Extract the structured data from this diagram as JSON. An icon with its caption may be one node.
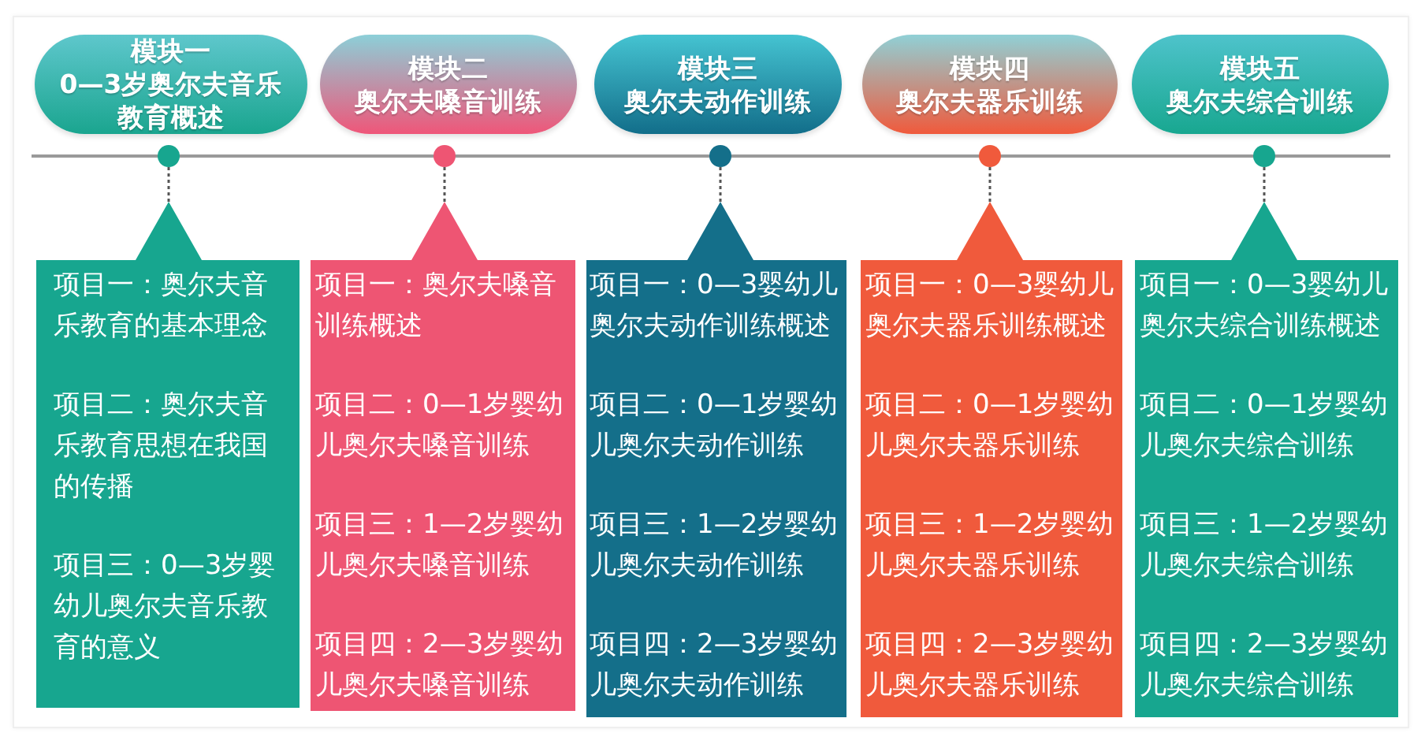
{
  "diagram": {
    "nodes": [
      {
        "text": [
          "模块一",
          "0—3岁奥尔夫音乐教育概述"
        ]
      },
      {
        "text": [
          "模块二",
          "奥尔夫嗓音训练"
        ]
      },
      {
        "text": [
          "模块三",
          "奥尔夫动作训练"
        ]
      },
      {
        "text": [
          "模块四",
          "奥尔夫器乐训练"
        ]
      },
      {
        "text": [
          "模块五",
          "奥尔夫综合训练"
        ]
      },
      {
        "text": [],
        "shape": "circle"
      },
      {
        "text": [],
        "shape": "circle"
      },
      {
        "text": [],
        "shape": "circle"
      },
      {
        "text": [],
        "shape": "circle"
      },
      {
        "text": [],
        "shape": "circle"
      },
      {
        "text": [
          "项目一：奥尔夫音乐教育的基本理念",
          "项目二：奥尔夫音乐教育思想在我国的传播",
          "项目三：0—3岁婴幼儿奥尔夫音乐教育的意义"
        ]
      },
      {
        "text": [
          "项目一：奥尔夫嗓音训练概述",
          "项目二：0—1岁婴幼儿奥尔夫嗓音训练",
          "项目三：1—2岁婴幼儿奥尔夫嗓音训练",
          "项目四：2—3岁婴幼儿奥尔夫嗓音训练"
        ]
      },
      {
        "text": [
          "项目一：0—3婴幼儿奥尔夫动作训练概述",
          "项目二：0—1岁婴幼儿奥尔夫动作训练",
          "项目三：1—2岁婴幼儿奥尔夫动作训练",
          "项目四：2—3岁婴幼儿奥尔夫动作训练"
        ]
      },
      {
        "text": [
          "项目一：0—3婴幼儿奥尔夫器乐训练概述",
          "项目二：0—1岁婴幼儿奥尔夫器乐训练",
          "项目三：1—2岁婴幼儿奥尔夫器乐训练",
          "项目四：2—3岁婴幼儿奥尔夫器乐训练"
        ]
      },
      {
        "text": [
          "项目一：0—3婴幼儿奥尔夫综合训练概述",
          "项目二：0—1岁婴幼儿奥尔夫综合训练",
          "项目三：1—2岁婴幼儿奥尔夫综合训练",
          "项目四：2—3岁婴幼儿奥尔夫综合训练"
        ]
      }
    ],
    "edges": [
      {
        "from": 5,
        "to": 10,
        "arrow": "none",
        "style": "dashed"
      },
      {
        "from": 6,
        "to": 11,
        "arrow": "none",
        "style": "dashed"
      },
      {
        "from": 7,
        "to": 12,
        "arrow": "none",
        "style": "dashed"
      },
      {
        "from": 8,
        "to": 13,
        "arrow": "none",
        "style": "dashed"
      },
      {
        "from": 9,
        "to": 14,
        "arrow": "none",
        "style": "dashed"
      }
    ]
  }
}
